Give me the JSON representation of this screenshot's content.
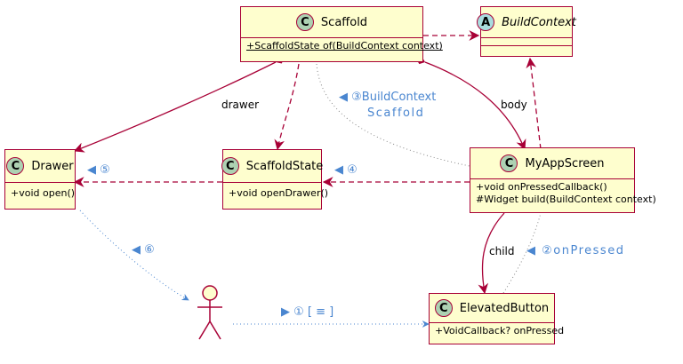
{
  "classes": {
    "scaffold": {
      "title": "Scaffold",
      "badge": "C",
      "members": [
        "+ScaffoldState of(BuildContext context)"
      ]
    },
    "buildcontext": {
      "title": "BuildContext",
      "badge": "A",
      "members": []
    },
    "drawer": {
      "title": "Drawer",
      "badge": "C",
      "members": [
        "+void open()"
      ]
    },
    "scaffoldstate": {
      "title": "ScaffoldState",
      "badge": "C",
      "members": [
        "+void openDrawer()"
      ]
    },
    "myappscreen": {
      "title": "MyAppScreen",
      "badge": "C",
      "members": [
        "+void onPressedCallback()",
        "#Widget build(BuildContext context)"
      ]
    },
    "elevatedbutton": {
      "title": "ElevatedButton",
      "badge": "C",
      "members": [
        "+VoidCallback? onPressed"
      ]
    }
  },
  "labels": {
    "drawer": "drawer",
    "body": "body",
    "child": "child",
    "step3_line1": "◀ ③BuildContext",
    "step3_line2": "Scaffold",
    "step4": "◀ ④",
    "step5": "◀ ⑤",
    "step6": "◀ ⑥",
    "step2": "◀ ②onPressed",
    "step1": "▶ ① [ ≡ ]"
  },
  "colors": {
    "arrow": "#A80036",
    "message": "#4A86D0",
    "classFill": "#FEFECE",
    "classBadge": "#ADD1B2",
    "abstractBadge": "#A9DCDF"
  }
}
